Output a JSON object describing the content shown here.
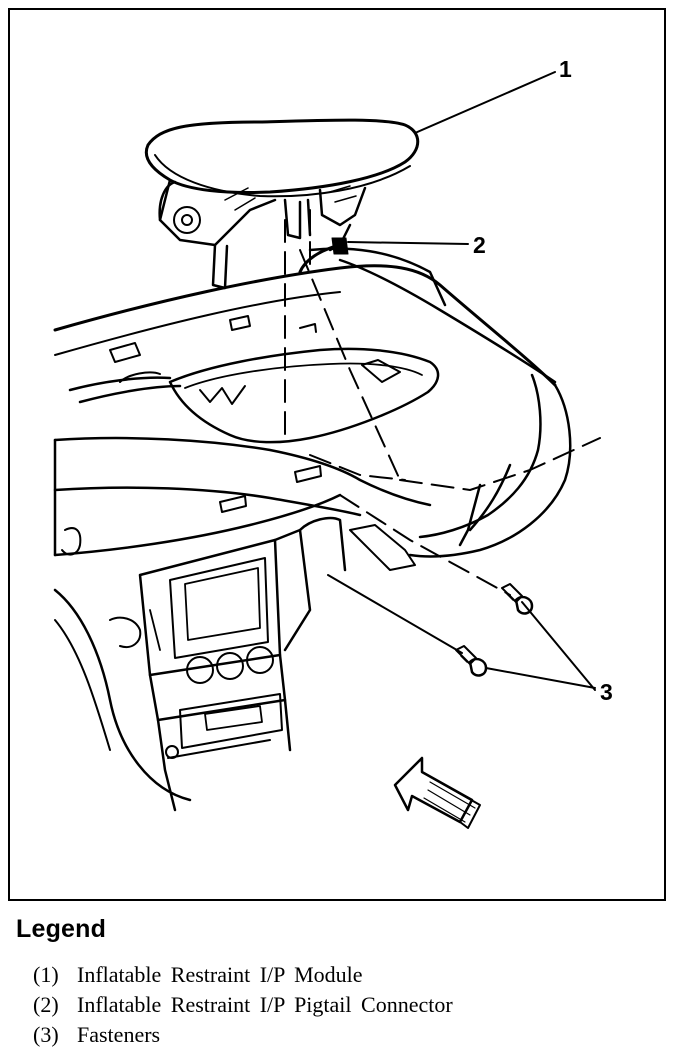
{
  "figure": {
    "callouts": [
      {
        "id": "1",
        "label": "1"
      },
      {
        "id": "2",
        "label": "2"
      },
      {
        "id": "3",
        "label": "3"
      }
    ]
  },
  "legend": {
    "title": "Legend",
    "items": [
      {
        "number": "(1)",
        "text": "Inflatable Restraint I/P Module"
      },
      {
        "number": "(2)",
        "text": "Inflatable Restraint I/P Pigtail Connector"
      },
      {
        "number": "(3)",
        "text": "Fasteners"
      }
    ]
  }
}
